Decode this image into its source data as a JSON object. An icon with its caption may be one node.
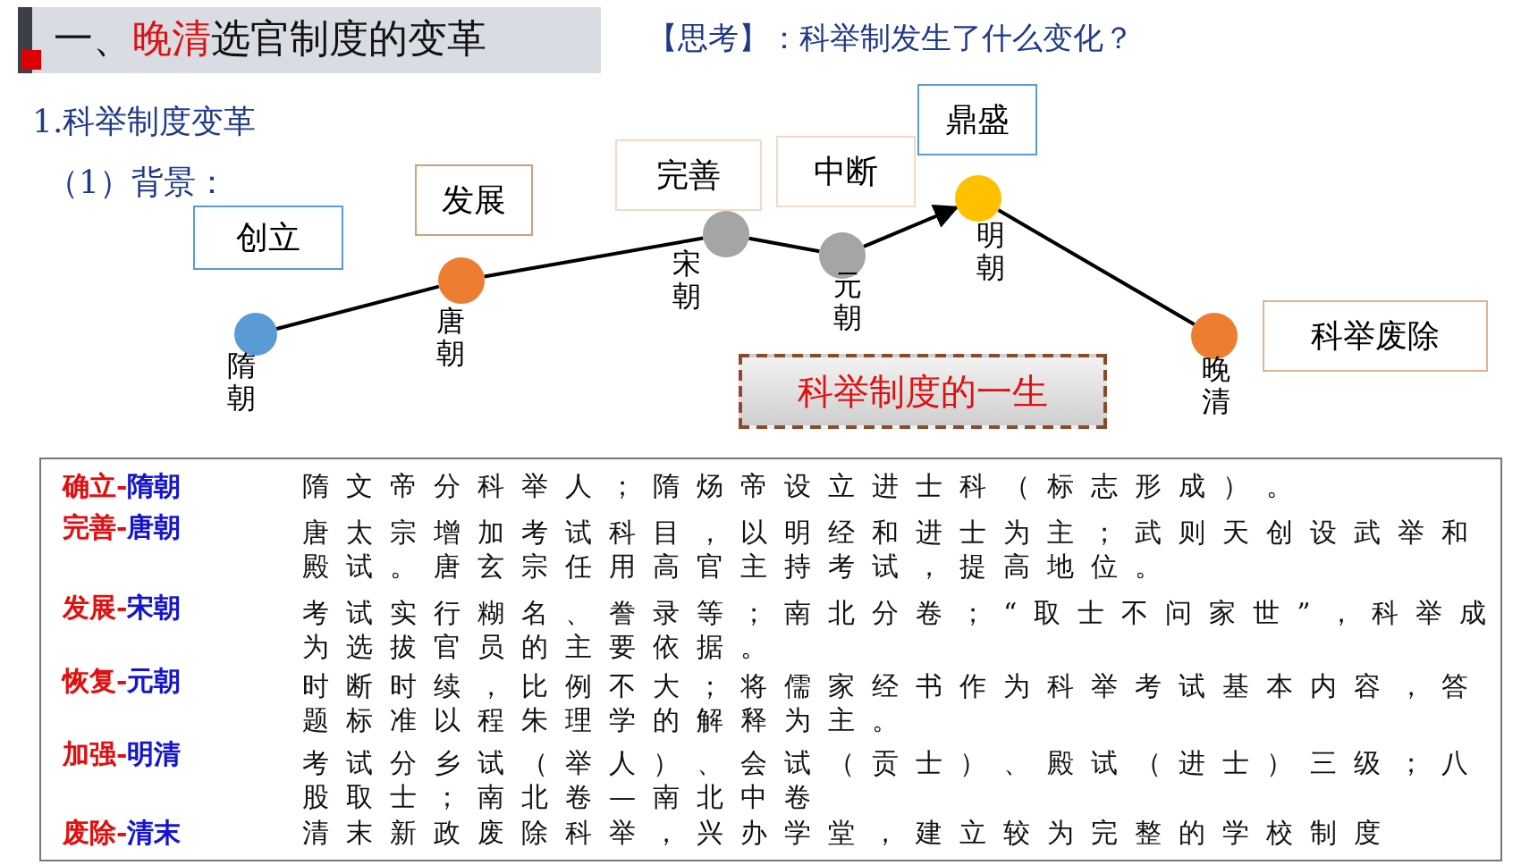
{
  "diagram": {
    "title": "一、**晚清**选官制度的变革",
    "nodes": [
      {
        "text": [
          "创立"
        ]
      },
      {
        "text": [
          "发展"
        ]
      },
      {
        "text": [
          "完善"
        ]
      },
      {
        "text": [
          "中断"
        ]
      },
      {
        "text": [
          "鼎盛"
        ]
      },
      {
        "text": [
          "科举废除"
        ]
      },
      {
        "text": [],
        "shape": "circle",
        "beside": [
          "隋朝"
        ]
      },
      {
        "text": [],
        "shape": "circle",
        "beside": [
          "唐朝"
        ]
      },
      {
        "text": [],
        "shape": "circle",
        "beside": [
          "宋朝"
        ]
      },
      {
        "text": [],
        "shape": "circle",
        "beside": [
          "元朝"
        ]
      },
      {
        "text": [],
        "shape": "circle",
        "beside": [
          "明朝"
        ]
      },
      {
        "text": [],
        "shape": "circle",
        "beside": [
          "晚清"
        ]
      },
      {
        "text": [
          "科举制度的一生"
        ]
      }
    ],
    "edges": [
      {
        "from": 6,
        "to": 7,
        "arrow": "none"
      },
      {
        "from": 7,
        "to": 8,
        "arrow": "none"
      },
      {
        "from": 8,
        "to": 9,
        "arrow": "none"
      },
      {
        "from": 9,
        "to": 10,
        "arrow": "to"
      },
      {
        "from": 10,
        "to": 11,
        "arrow": "none"
      }
    ],
    "labels": [
      "【思考】：科举制发生了什么变化？",
      "1.科举制度变革",
      "（1）背景：",
      "确立-隋朝",
      "隋文帝分科举人；隋炀帝设立进士科（标志形成）。",
      "完善-唐朝",
      "唐太宗增加考试科目，以明经和进士为主；武则天创设武举和殿试。唐玄宗任用高官主持考试，提高地位。",
      "发展-宋朝",
      "考试实行糊名、誊录等；南北分卷；“取士不问家世”，科举成为选拔官员的主要依据。",
      "恢复-元朝",
      "时断时续，比例不大；将儒家经书作为科举考试基本内容，答题标准以程朱理学的解释为主。",
      "加强-明清",
      "考试分乡试（举人）、会试（贡士）、殿试（进士）三级；八股取士；南北卷—南北中卷",
      "废除-清末",
      "清末新政废除科举，兴办学堂，建立较为完整的学校制度"
    ]
  }
}
